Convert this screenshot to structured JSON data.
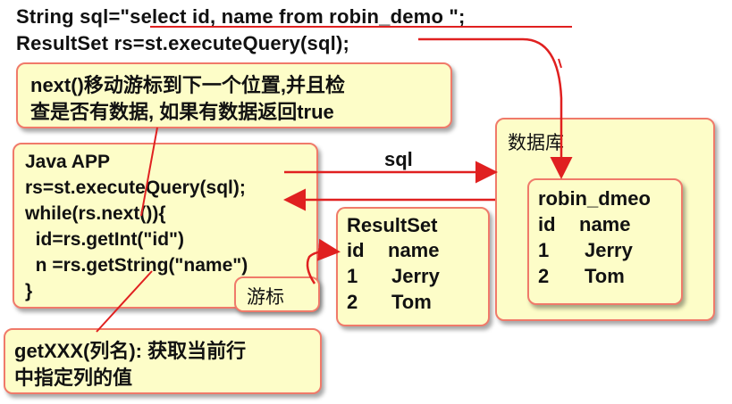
{
  "top_code": {
    "line1": "String sql=\"select id, name from robin_demo \";",
    "line2": "ResultSet rs=st.executeQuery(sql);"
  },
  "next_note": {
    "line1": "next()移动游标到下一个位置,并且检",
    "line2": "查是否有数据, 如果有数据返回true"
  },
  "java_app": {
    "lines": [
      "Java APP",
      "rs=st.executeQuery(sql);",
      "while(rs.next()){",
      "  id=rs.getInt(\"id\")",
      "  n =rs.getString(\"name\")",
      "}"
    ]
  },
  "sql_label": "sql",
  "resultset": {
    "title": "ResultSet",
    "header": [
      "id",
      "name"
    ],
    "rows": [
      [
        "1",
        "Jerry"
      ],
      [
        "2",
        "Tom"
      ]
    ]
  },
  "cursor_label": "游标",
  "database": {
    "title": "数据库",
    "table_name": "robin_dmeo",
    "header": [
      "id",
      "name"
    ],
    "rows": [
      [
        "1",
        "Jerry"
      ],
      [
        "2",
        "Tom"
      ]
    ]
  },
  "getxxx_note": {
    "line1": "getXXX(列名): 获取当前行",
    "line2": "中指定列的值"
  },
  "colors": {
    "box_fill": "#fdfdc8",
    "box_border": "#f07a6a",
    "arrow_red": "#e02020"
  }
}
